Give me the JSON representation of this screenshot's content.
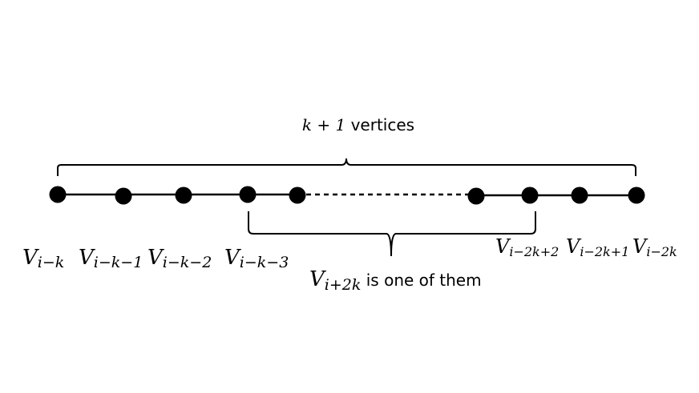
{
  "diagram": {
    "top_brace_label": {
      "math": "k + 1",
      "text": " vertices"
    },
    "bottom_brace_label": {
      "base": "V",
      "sub": "i+2k",
      "text": " is one of them"
    },
    "vertices": [
      {
        "base": "V",
        "sub": "i−k"
      },
      {
        "base": "V",
        "sub": "i−k−1"
      },
      {
        "base": "V",
        "sub": "i−k−2"
      },
      {
        "base": "V",
        "sub": "i−k−3"
      },
      {
        "base": "",
        "sub": ""
      },
      {
        "base": "",
        "sub": ""
      },
      {
        "base": "V",
        "sub": "i−2k+2"
      },
      {
        "base": "V",
        "sub": "i−2k+1"
      },
      {
        "base": "V",
        "sub": "i−2k"
      }
    ],
    "colors": {
      "ink": "#000000",
      "background": "#ffffff"
    }
  }
}
